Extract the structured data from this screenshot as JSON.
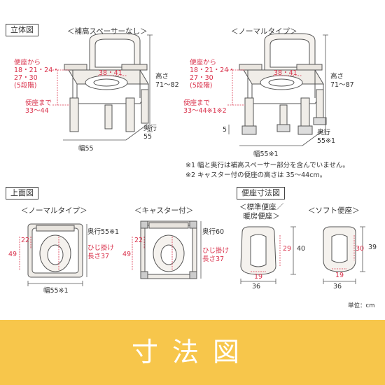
{
  "section_3d": {
    "title": "立体図",
    "left": {
      "label": "＜補高スペーサーなし＞",
      "seat_height_range": [
        "便座から",
        "18・21・24・",
        "27・30",
        "(5段階)"
      ],
      "seat_to_top": [
        "便座まで",
        "33〜44"
      ],
      "inner": "38・41",
      "height": [
        "高さ",
        "71〜82"
      ],
      "depth": [
        "奥行",
        "55"
      ],
      "width": "幅55"
    },
    "right": {
      "label": "＜ノーマルタイプ＞",
      "seat_height_range": [
        "便座から",
        "18・21・24・",
        "27・30",
        "(5段階)"
      ],
      "seat_to_top": [
        "便座まで",
        "33〜44※1※2"
      ],
      "inner": "38・41",
      "height": [
        "高さ",
        "71〜87"
      ],
      "depth": [
        "奥行",
        "55※1"
      ],
      "width": "幅55※1",
      "spacer": "5"
    },
    "notes": [
      "※1 幅と奥行は補高スペーサー部分を含んでいません。",
      "※2 キャスター付の便座の高さは 35〜44cm。"
    ]
  },
  "section_top": {
    "title": "上面図",
    "normal": {
      "label": "＜ノーマルタイプ＞",
      "depth": "奥行55※1",
      "knee": [
        "ひじ掛け",
        "長さ37"
      ],
      "v22": "22",
      "v49": "49",
      "width": "幅55※1"
    },
    "caster": {
      "label": "＜キャスター付＞",
      "depth": "奥行60",
      "knee": [
        "ひじ掛け",
        "長さ37"
      ],
      "v22": "22",
      "v49": "49"
    }
  },
  "section_seat": {
    "title": "便座寸法図",
    "standard": {
      "label": [
        "＜標準便座／",
        "暖房便座＞"
      ],
      "v29": "29",
      "v40": "40",
      "v19": "19",
      "v36": "36"
    },
    "soft": {
      "label": "＜ソフト便座＞",
      "v30": "30",
      "v39": "39",
      "v19": "19",
      "v36": "36"
    }
  },
  "unit": "単位：cm",
  "banner": {
    "text": "寸法図",
    "color": "#f7c64b"
  },
  "colors": {
    "red": "#d9304a",
    "line": "#555555"
  }
}
